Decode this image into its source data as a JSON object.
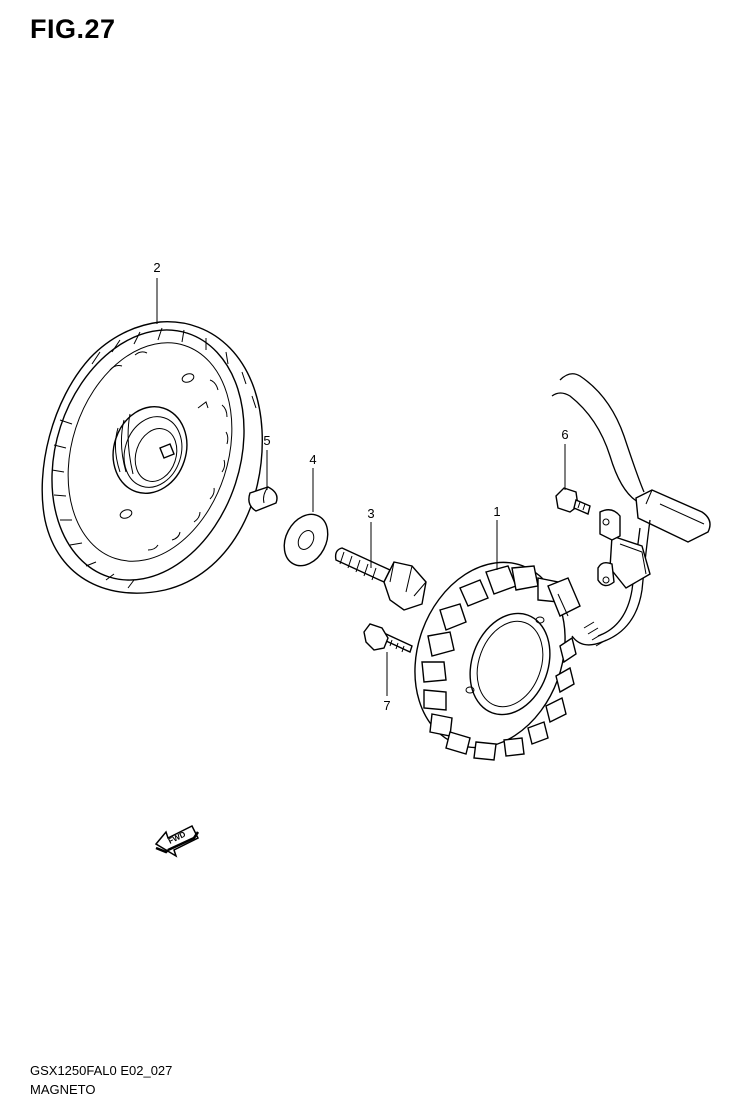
{
  "figure": {
    "title": "FIG.27",
    "model_code": "GSX1250FAL0 E02_027",
    "section_name": "MAGNETO"
  },
  "callouts": [
    {
      "number": "1",
      "part": "stator"
    },
    {
      "number": "2",
      "part": "rotor"
    },
    {
      "number": "3",
      "part": "rotor-bolt"
    },
    {
      "number": "4",
      "part": "washer"
    },
    {
      "number": "5",
      "part": "woodruff-key"
    },
    {
      "number": "6",
      "part": "clamp-bolt"
    },
    {
      "number": "7",
      "part": "stator-bolt"
    }
  ],
  "direction_arrow": {
    "label": "FWD",
    "icon": "fwd-arrow-icon"
  }
}
